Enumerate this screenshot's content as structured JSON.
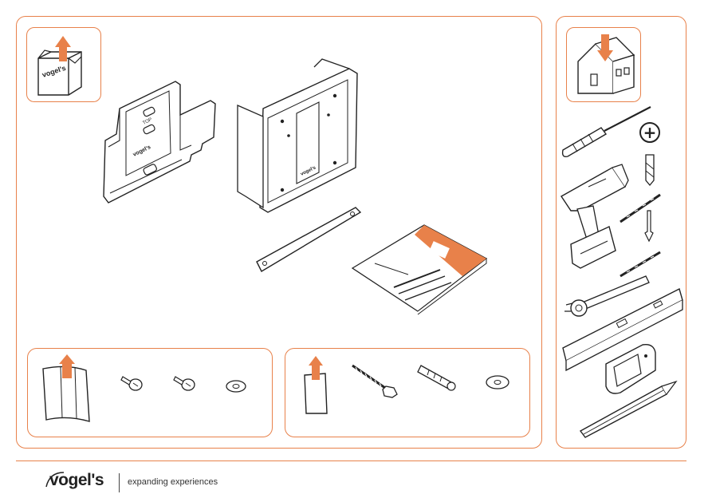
{
  "footer": {
    "brand": "vogel's",
    "tagline": "expanding experiences"
  },
  "icons": {
    "unbox": "box-unpack-icon",
    "install": "house-install-icon",
    "small_parts_a": "bag-unpack-icon",
    "small_parts_b": "bag-unpack-icon"
  },
  "tool_labels": {
    "phillips": "+"
  },
  "product_labels": {
    "top_marking": "TOP",
    "plate_logo": "vogel's"
  },
  "colors": {
    "accent": "#e8814a",
    "line": "#222222",
    "manual_cover": "#e8814a"
  }
}
